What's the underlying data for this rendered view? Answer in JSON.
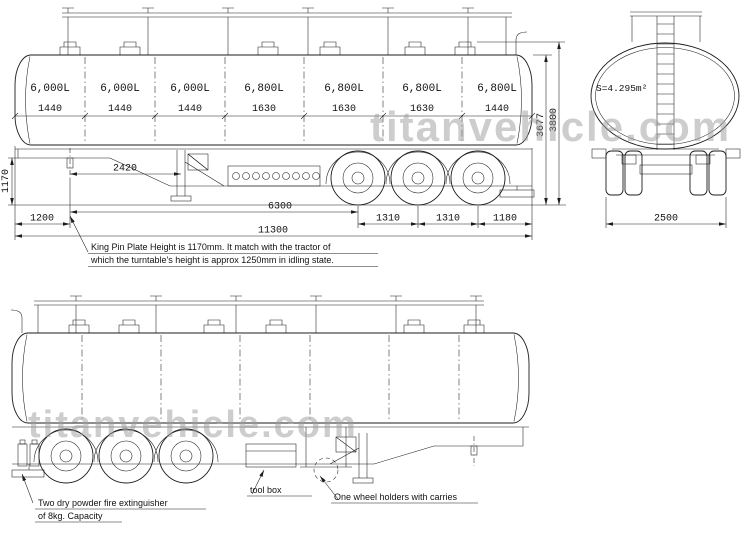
{
  "watermark": {
    "text": "titanvehicle.com"
  },
  "side_view": {
    "compartments": [
      {
        "volume": "6,000L",
        "length": "1440"
      },
      {
        "volume": "6,000L",
        "length": "1440"
      },
      {
        "volume": "6,000L",
        "length": "1440"
      },
      {
        "volume": "6,800L",
        "length": "1630"
      },
      {
        "volume": "6,800L",
        "length": "1630"
      },
      {
        "volume": "6,800L",
        "length": "1630"
      },
      {
        "volume": "6,800L",
        "length": "1440"
      }
    ],
    "dims": {
      "king_pin_height": "1170",
      "king_pin_to_landing_gear": "2420",
      "front_overhang": "1200",
      "king_pin_to_first_axle": "6300",
      "axle_spacing_1": "1310",
      "axle_spacing_2": "1310",
      "rear_overhang": "1180",
      "overall_length": "11300",
      "tank_top_height": "3677",
      "overall_height": "3800"
    }
  },
  "rear_view": {
    "section_area": "S=4.295m²",
    "overall_width": "2500"
  },
  "notes": {
    "king_pin_line1": "King Pin Plate Height is 1170mm. It match with the tractor of",
    "king_pin_line2": "which the turntable's height is approx 1250mm in idling state.",
    "fire_extinguisher_line1": "Two dry powder fire extinguisher",
    "fire_extinguisher_line2": "of 8kg. Capacity",
    "tool_box": "tool box",
    "wheel_holder": "One wheel holders with carries"
  }
}
